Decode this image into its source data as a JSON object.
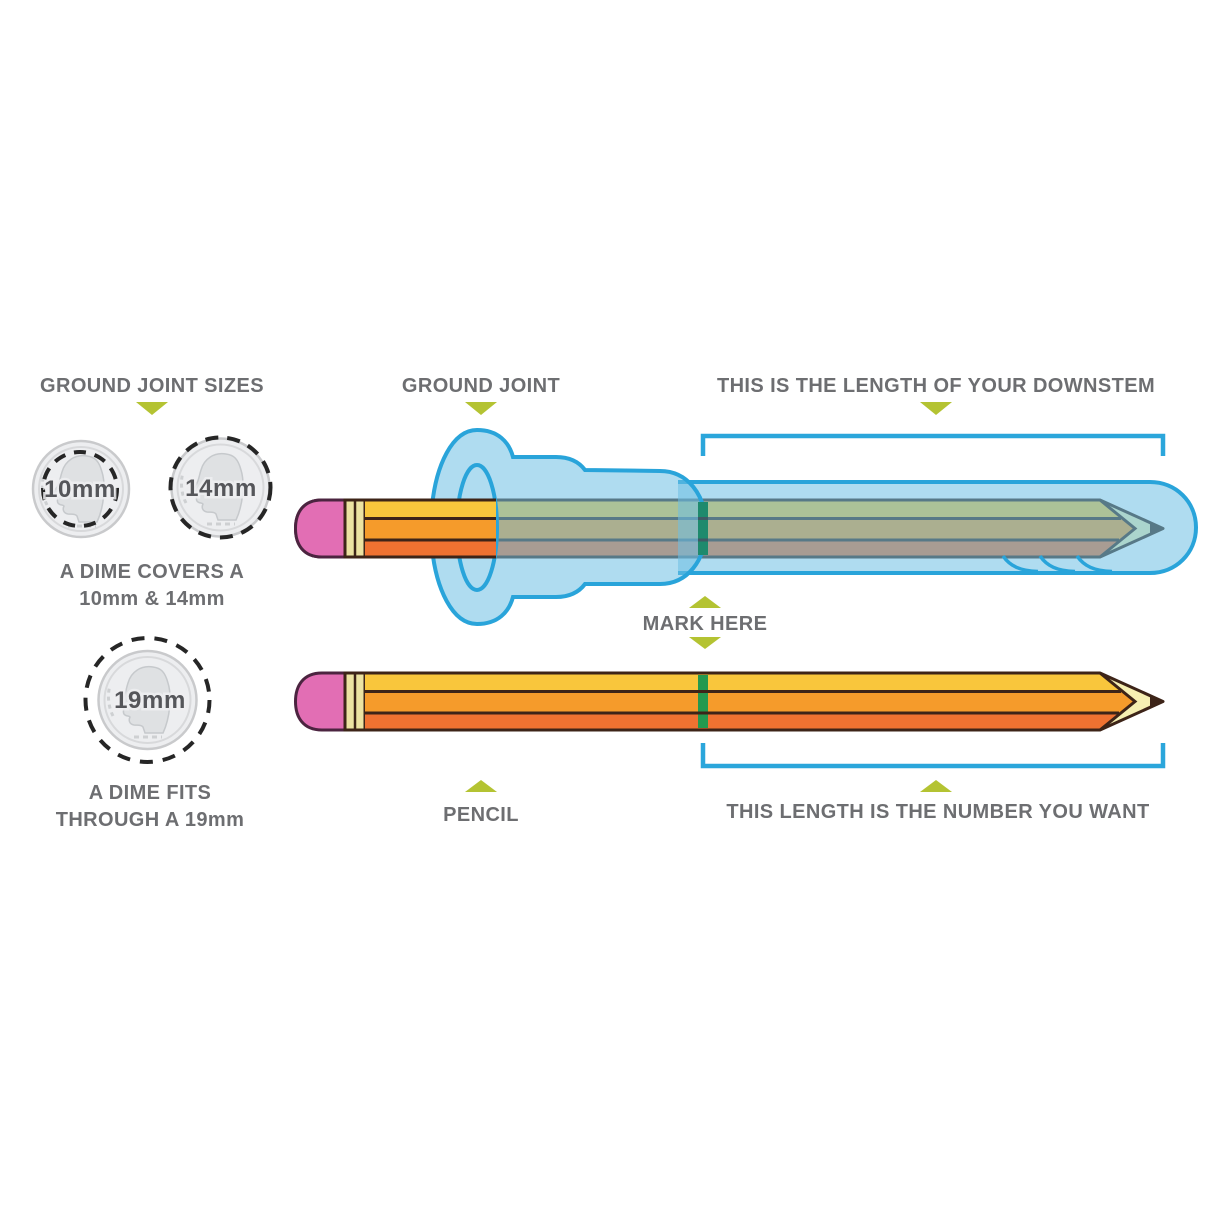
{
  "figure": {
    "labels": {
      "ground_joint_sizes": "GROUND JOINT SIZES",
      "ground_joint": "GROUND JOINT",
      "downstem_length": "THIS IS THE LENGTH OF YOUR DOWNSTEM",
      "mark_here": "MARK HERE",
      "pencil": "PENCIL",
      "length_you_want": "THIS LENGTH IS THE NUMBER YOU WANT",
      "dime_covers_1": "A DIME COVERS A",
      "dime_covers_2": "10mm & 14mm",
      "dime_fits_1": "A DIME FITS",
      "dime_fits_2": "THROUGH A 19mm"
    },
    "coins": [
      {
        "label": "10mm",
        "dashed_circle": "inside coin"
      },
      {
        "label": "14mm",
        "dashed_circle": "at coin edge"
      },
      {
        "label": "19mm",
        "dashed_circle": "outside coin"
      }
    ],
    "colors": {
      "label_text": "#6d6e71",
      "coin_label_text": "#55565a",
      "arrow_green": "#b4c332",
      "glass_outline": "#29a4da",
      "glass_fill_light": "#aeddf2",
      "bracket_blue": "#2ba6db",
      "pencil_yellow": "#f9c63c",
      "pencil_orange": "#f59b2b",
      "pencil_dark_orange": "#ef7231",
      "eraser_pink": "#e26eb4",
      "ferrule_cream": "#ece3a2",
      "pencil_outline": "#3d2418",
      "tip_cream": "#f6efb2",
      "mark_teal_through_glass": "#1e8a6d",
      "mark_green": "#23994f",
      "coin_fill": "#edeef0",
      "coin_line": "#c9cacc",
      "dash_black": "#262626"
    }
  }
}
